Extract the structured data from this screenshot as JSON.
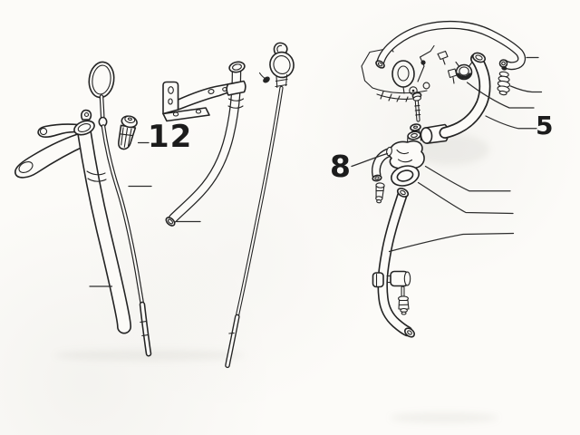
{
  "colors": {
    "background": "#fcfbf8",
    "ink": "#242424"
  },
  "diagram": {
    "type": "exploded-parts-line-drawing",
    "subject": "engine oil dipsticks, guide tubes and crankcase breather hoses",
    "callouts": [
      {
        "label": "12"
      },
      {
        "label": "5"
      },
      {
        "label": "8"
      }
    ]
  }
}
